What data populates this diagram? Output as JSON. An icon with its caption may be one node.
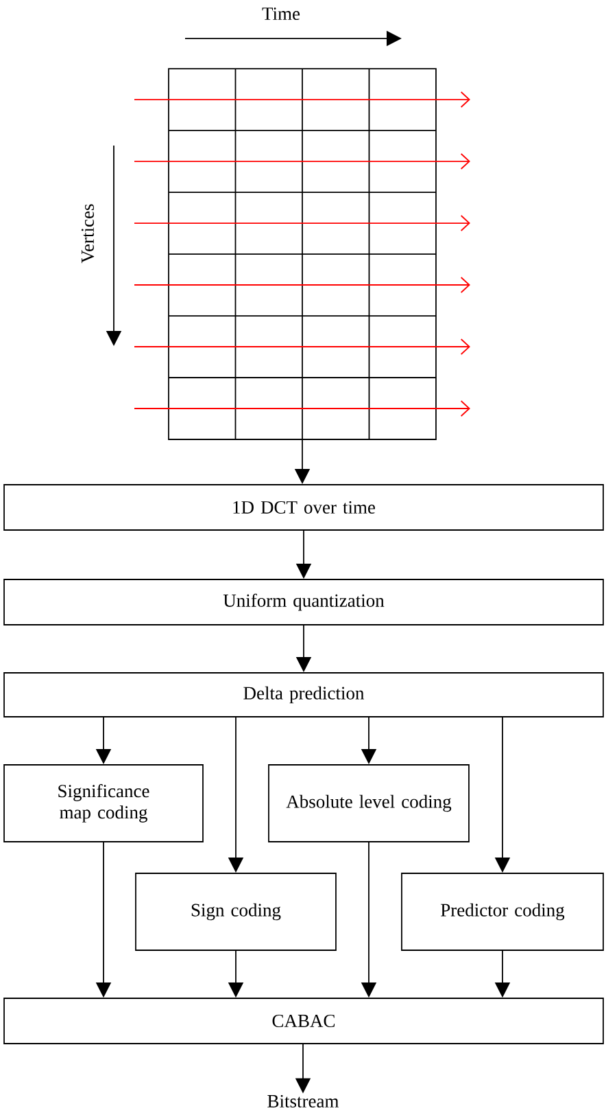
{
  "diagram": {
    "nodes": [
      {
        "text": [],
        "shape": "grid"
      },
      {
        "text": [
          "1D DCT over time"
        ]
      },
      {
        "text": [
          "Uniform quantization"
        ]
      },
      {
        "text": [
          "Delta prediction"
        ]
      },
      {
        "text": [
          "Significance map coding"
        ]
      },
      {
        "text": [
          "Sign coding"
        ]
      },
      {
        "text": [
          "Absolute level coding"
        ]
      },
      {
        "text": [
          "Predictor coding"
        ]
      },
      {
        "text": [
          "CABAC"
        ]
      },
      {
        "text": [
          "Bitstream"
        ]
      }
    ],
    "edges": [
      {
        "from": 0,
        "to": 1,
        "arrow": "to"
      },
      {
        "from": 1,
        "to": 2,
        "arrow": "to"
      },
      {
        "from": 2,
        "to": 3,
        "arrow": "to"
      },
      {
        "from": 3,
        "to": 4,
        "arrow": "to"
      },
      {
        "from": 3,
        "to": 5,
        "arrow": "to"
      },
      {
        "from": 3,
        "to": 6,
        "arrow": "to"
      },
      {
        "from": 3,
        "to": 7,
        "arrow": "to"
      },
      {
        "from": 4,
        "to": 8,
        "arrow": "to"
      },
      {
        "from": 5,
        "to": 8,
        "arrow": "to"
      },
      {
        "from": 6,
        "to": 8,
        "arrow": "to"
      },
      {
        "from": 7,
        "to": 8,
        "arrow": "to"
      },
      {
        "from": 8,
        "to": 9,
        "arrow": "to"
      }
    ],
    "labels": [
      "Time",
      "Vertices"
    ]
  }
}
